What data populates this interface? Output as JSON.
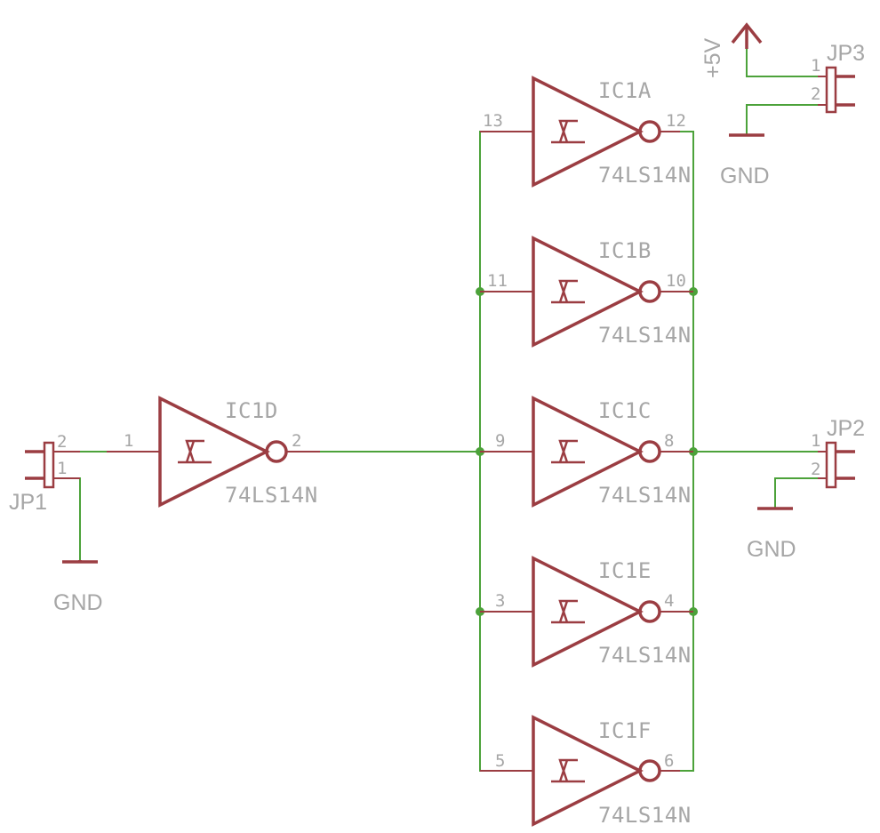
{
  "colors": {
    "wire": "#4ca23a",
    "symbol": "#9b3d42",
    "text": "#a6a6a6",
    "background": "#ffffff"
  },
  "icons": {
    "gate": "schmitt-trigger-inverter-icon",
    "ground": "ground-symbol-icon",
    "supply": "supply-arrow-icon",
    "header": "pin-header-icon"
  },
  "gates": {
    "a": {
      "name": "IC1A",
      "value": "74LS14N",
      "in_pin": "13",
      "out_pin": "12"
    },
    "b": {
      "name": "IC1B",
      "value": "74LS14N",
      "in_pin": "11",
      "out_pin": "10"
    },
    "c": {
      "name": "IC1C",
      "value": "74LS14N",
      "in_pin": "9",
      "out_pin": "8"
    },
    "d": {
      "name": "IC1D",
      "value": "74LS14N",
      "in_pin": "1",
      "out_pin": "2"
    },
    "e": {
      "name": "IC1E",
      "value": "74LS14N",
      "in_pin": "3",
      "out_pin": "4"
    },
    "f": {
      "name": "IC1F",
      "value": "74LS14N",
      "in_pin": "5",
      "out_pin": "6"
    }
  },
  "connectors": {
    "jp1": {
      "name": "JP1",
      "pin_top": "2",
      "pin_bottom": "1"
    },
    "jp2": {
      "name": "JP2",
      "pin_top": "1",
      "pin_bottom": "2"
    },
    "jp3": {
      "name": "JP3",
      "pin_top": "1",
      "pin_bottom": "2"
    }
  },
  "nets": {
    "supply": "+5V",
    "ground_jp1": "GND",
    "ground_jp2": "GND",
    "ground_jp3": "GND"
  }
}
